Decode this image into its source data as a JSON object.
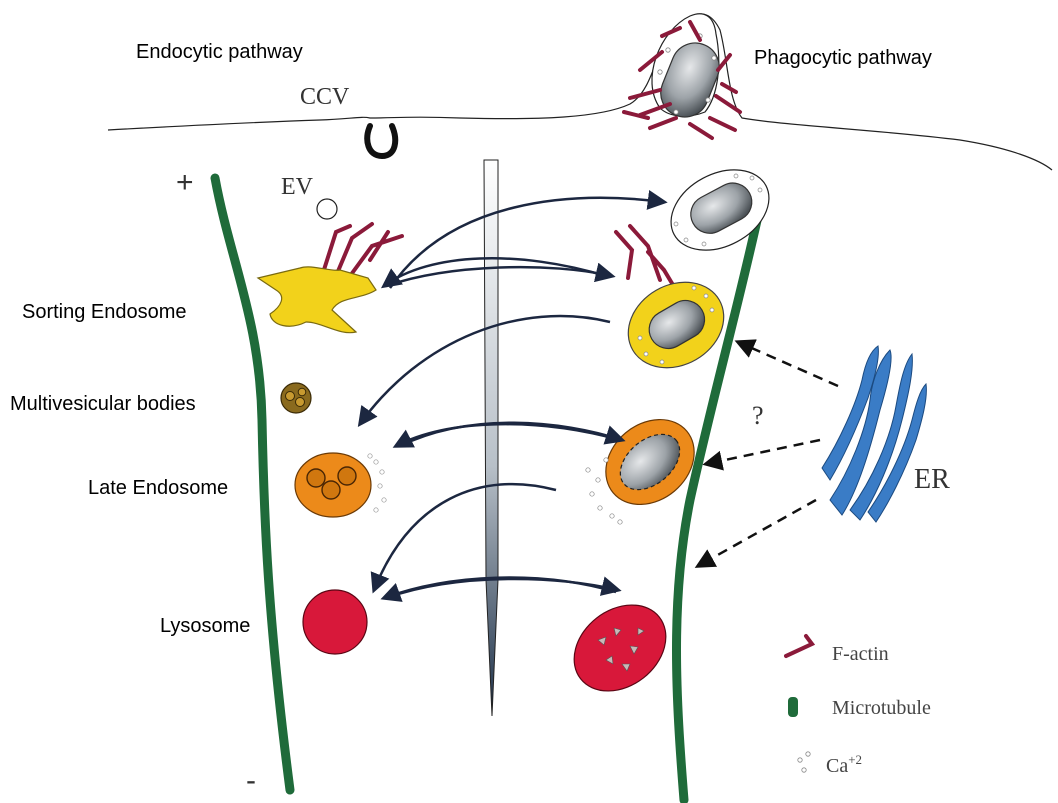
{
  "labels": {
    "endocytic_title": "Endocytic pathway",
    "phagocytic_title": "Phagocytic pathway",
    "ccv": "CCV",
    "ev": "EV",
    "plus": "+",
    "minus": "-",
    "sorting_endosome": "Sorting Endosome",
    "multivesicular_bodies": "Multivesicular bodies",
    "late_endosome": "Late Endosome",
    "lysosome": "Lysosome",
    "question": "?",
    "er": "ER"
  },
  "legend": {
    "factin": "F-actin",
    "microtubule": "Microtubule",
    "calcium": "Ca",
    "calcium_sup": "+2"
  },
  "colors": {
    "microtubule": "#1f6b3a",
    "factin": "#8b1a3a",
    "arrow": "#1c2740",
    "sorting_endosome": "#f2d21b",
    "late_endosome": "#ec8a1a",
    "lysosome": "#d8183a",
    "er": "#3a7cc6",
    "bacterium": "#9aa0a4"
  }
}
